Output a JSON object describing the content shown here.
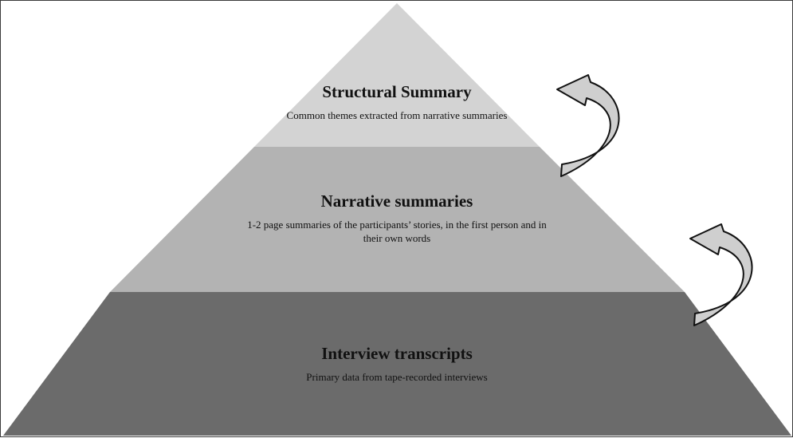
{
  "levels": {
    "top": {
      "title": "Structural Summary",
      "description": "Common themes extracted from narrative summaries",
      "fill": "#d3d3d3"
    },
    "middle": {
      "title": "Narrative summaries",
      "description": "1-2 page summaries of the participants’ stories, in the first person and in their own words",
      "fill": "#b3b3b3"
    },
    "bottom": {
      "title": "Interview transcripts",
      "description": "Primary data from tape-recorded interviews",
      "fill": "#6b6b6b"
    }
  },
  "colors": {
    "border": "#3a3a3a",
    "arrow_fill": "#cfcfcf",
    "arrow_stroke": "#111111",
    "text": "#111111"
  },
  "arrows": [
    {
      "icon": "curved-up-arrow-icon",
      "from": "middle",
      "to": "top"
    },
    {
      "icon": "curved-up-arrow-icon",
      "from": "bottom",
      "to": "middle"
    }
  ]
}
